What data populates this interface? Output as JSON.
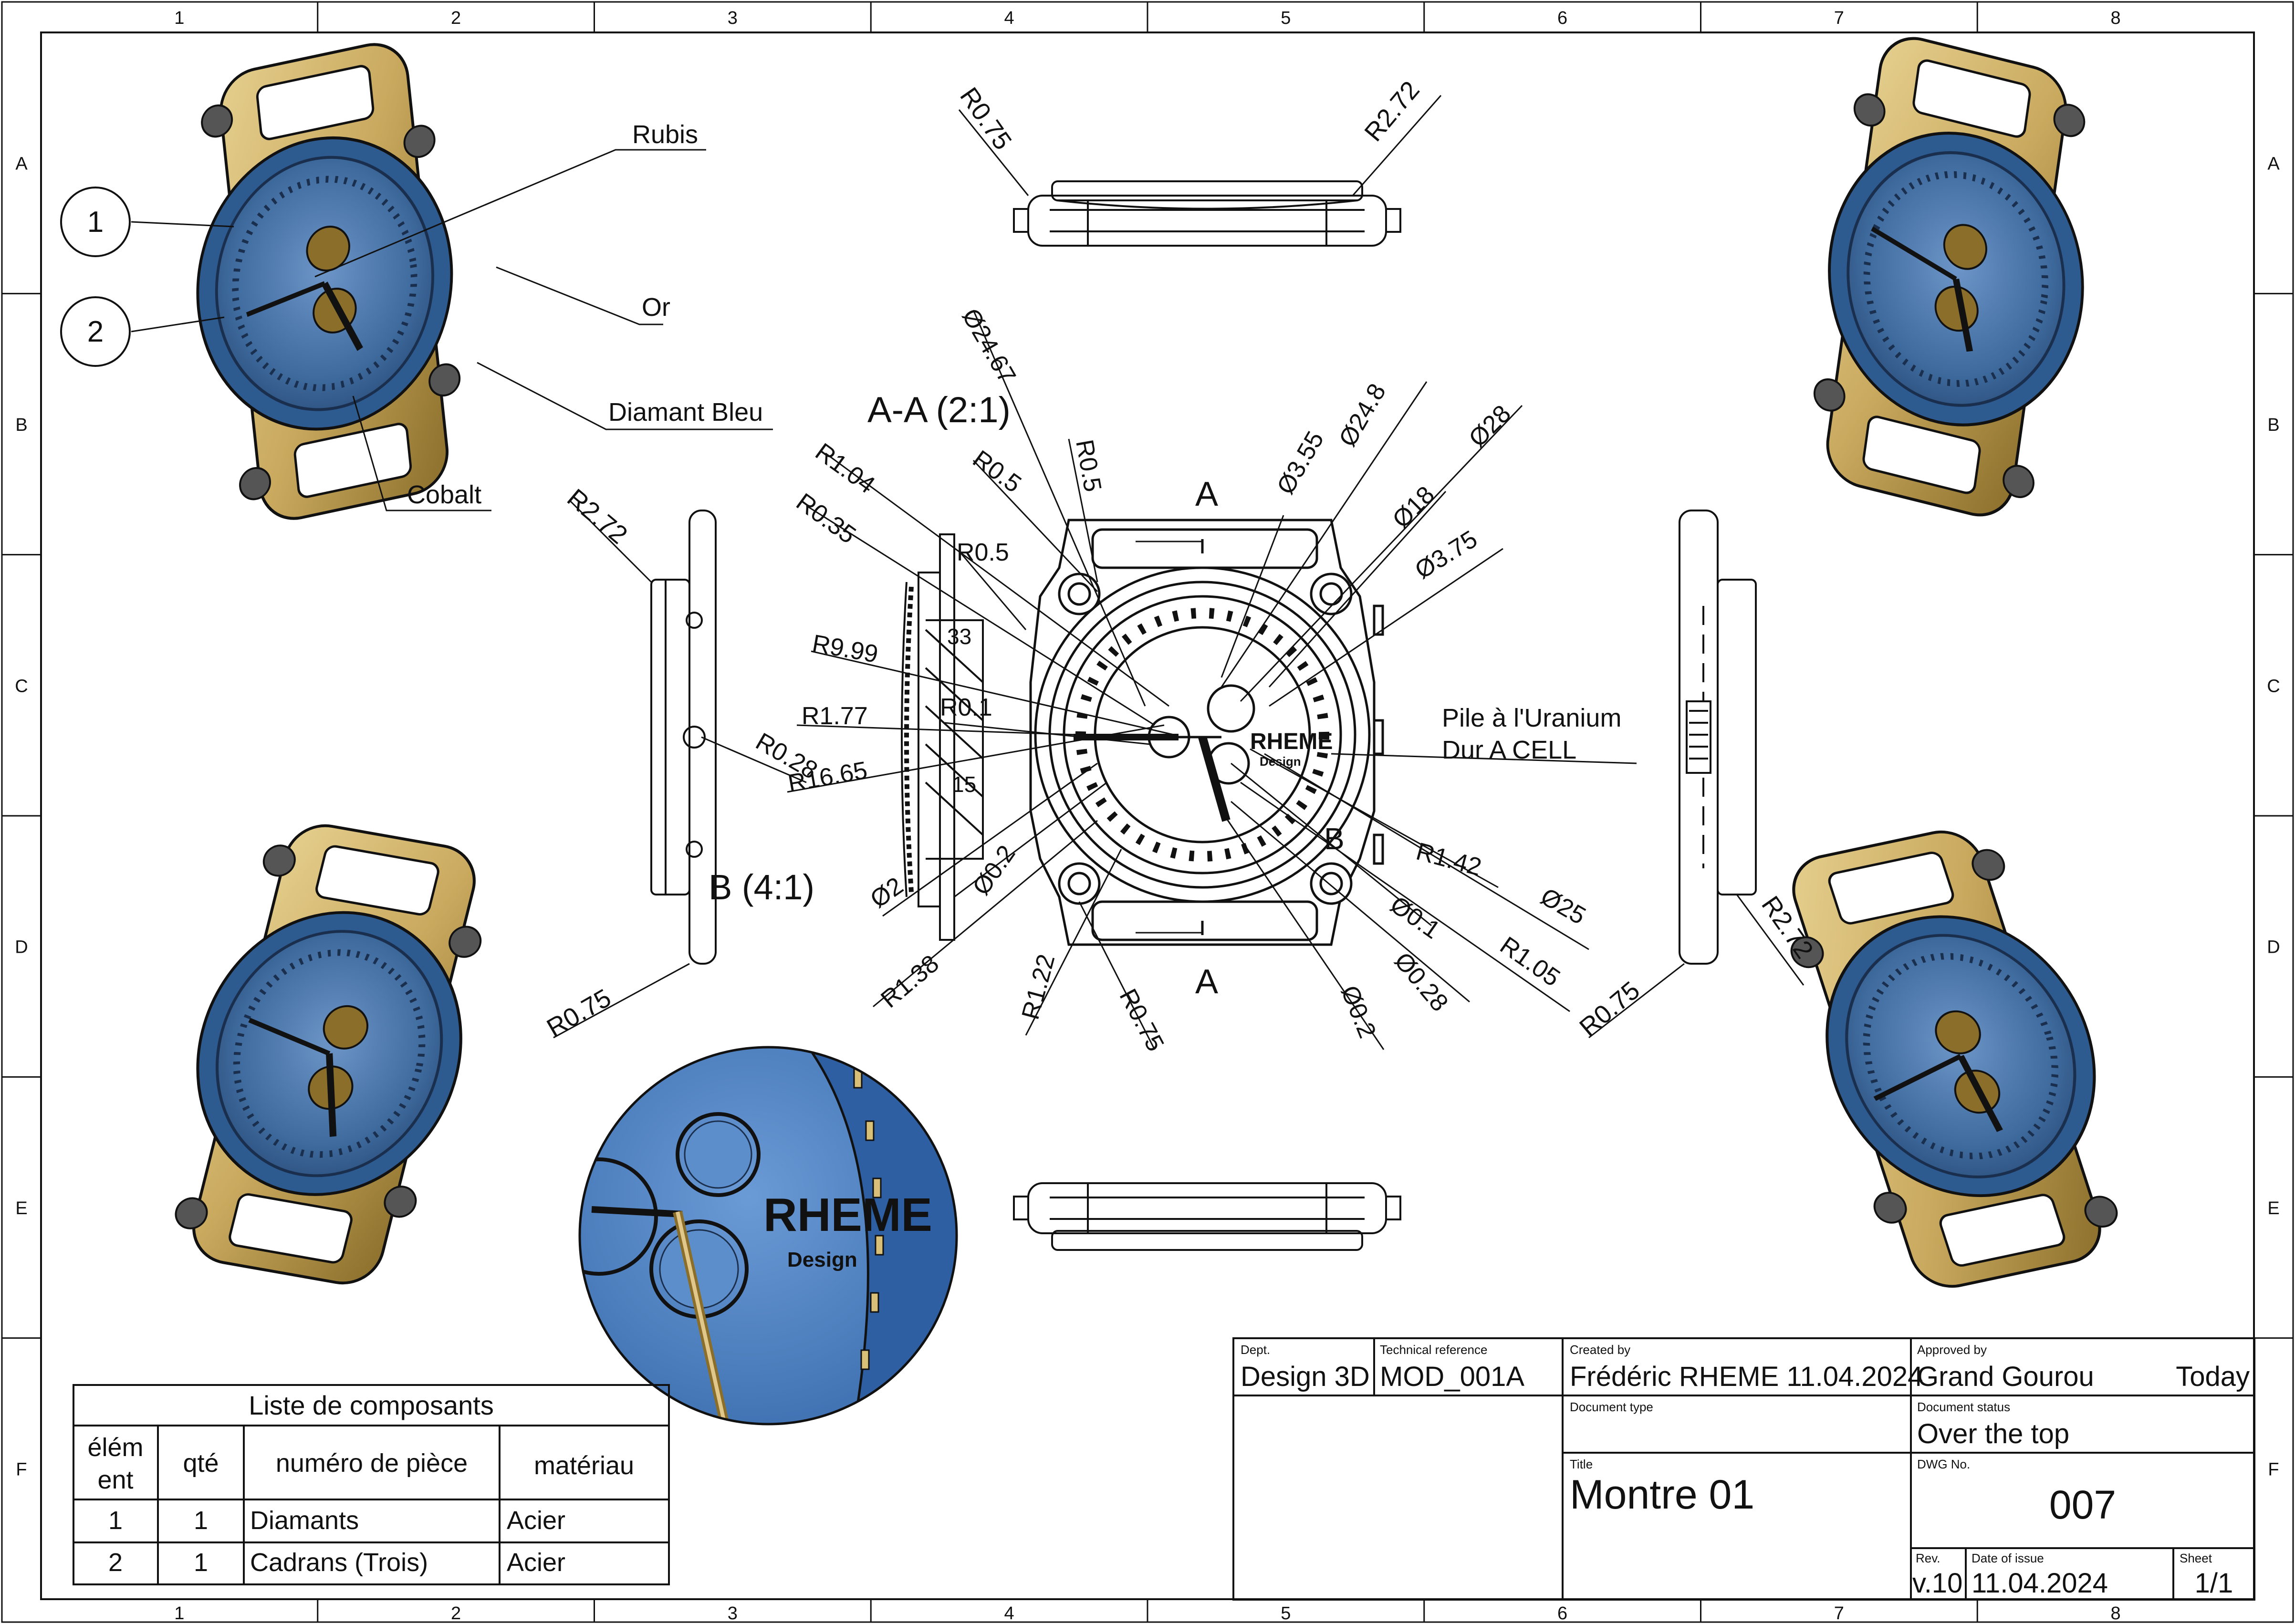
{
  "frame": {
    "columns": [
      "1",
      "2",
      "3",
      "4",
      "5",
      "6",
      "7",
      "8"
    ],
    "rows": [
      "A",
      "B",
      "C",
      "D",
      "E",
      "F"
    ]
  },
  "views": {
    "section_label": "A-A (2:1)",
    "detail_label": "B (4:1)",
    "section_marker": "A",
    "detail_marker": "B"
  },
  "dimensions": {
    "top_view": [
      "R0.75",
      "R2.72"
    ],
    "left_side": [
      "R2.72",
      "R0.75"
    ],
    "right_side": [
      "R2.72",
      "R0.75"
    ],
    "section": [
      "R1.04",
      "R0.35",
      "R0.5",
      "R0.5",
      "R9.99",
      "R1.77",
      "R0.28",
      "R16.65",
      "R0.1",
      "Ø24.67",
      "Ø2",
      "Ø0.2",
      "R1.38",
      "R1.22",
      "R0.75"
    ],
    "dial": [
      "Ø3.55",
      "Ø24.8",
      "Ø28",
      "Ø18",
      "Ø3.75",
      "R1.42",
      "Ø25",
      "Ø0.1",
      "R1.05",
      "Ø0.28",
      "Ø0.2"
    ],
    "section_small": [
      "33",
      "15"
    ]
  },
  "callouts": {
    "balloons": [
      "1",
      "2"
    ],
    "materials": [
      "Rubis",
      "Or",
      "Diamant Bleu",
      "Cobalt"
    ],
    "battery": [
      "Pile à l'Uranium",
      "Dur A CELL"
    ]
  },
  "dial_brand": {
    "name": "RHEME",
    "sub": "Design"
  },
  "bom": {
    "title": "Liste de composants",
    "headers": [
      "élém\nent",
      "qté",
      "numéro de pièce",
      "matériau"
    ],
    "rows": [
      [
        "1",
        "1",
        "Diamants",
        "Acier"
      ],
      [
        "2",
        "1",
        "Cadrans (Trois)",
        "Acier"
      ]
    ]
  },
  "title_block": {
    "dept_label": "Dept.",
    "dept": "Design 3D",
    "techref_label": "Technical reference",
    "techref": "MOD_001A",
    "created_label": "Created by",
    "created": "Frédéric RHEME 11.04.2024",
    "approved_label": "Approved by",
    "approved": "Grand Gourou",
    "approved_date": "Today",
    "doctype_label": "Document type",
    "doctype": "",
    "docstatus_label": "Document status",
    "docstatus": "Over the top",
    "title_label": "Title",
    "title": "Montre 01",
    "dwg_label": "DWG No.",
    "dwg": "007",
    "rev_label": "Rev.",
    "rev": "v.10",
    "issue_label": "Date of issue",
    "issue": "11.04.2024",
    "sheet_label": "Sheet",
    "sheet": "1/1"
  },
  "colors": {
    "gold": "#c9a95e",
    "gold_dark": "#8a6e2a",
    "dial_blue": "#3f6b9e",
    "dial_light": "#5b87bf",
    "detail_blue": "#4c7fc0",
    "line": "#111111"
  }
}
